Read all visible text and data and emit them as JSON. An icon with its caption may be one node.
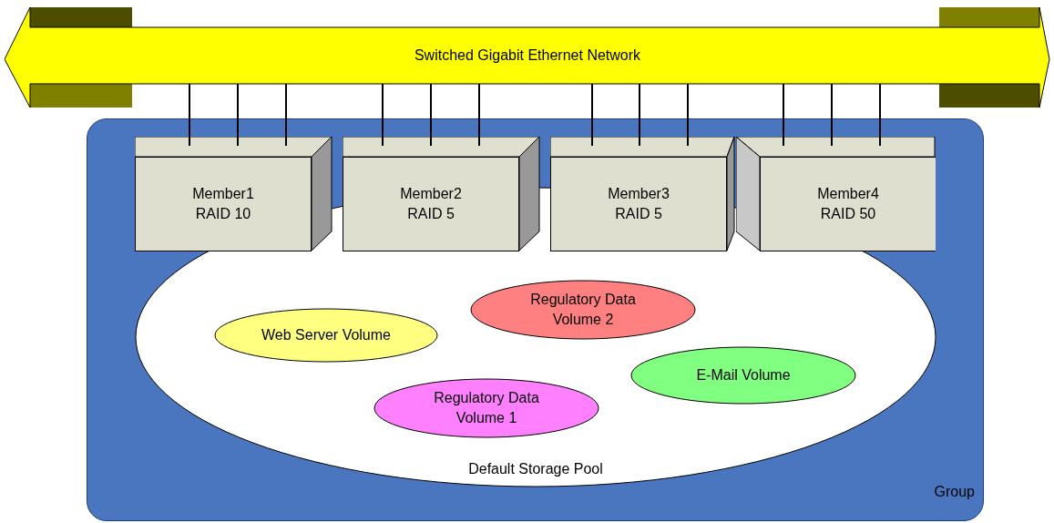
{
  "diagram": {
    "nodes": [
      {
        "text": [
          "Switched Gigabit Ethernet Network"
        ]
      },
      {
        "text": [
          "Group"
        ]
      },
      {
        "text": [
          "Default Storage Pool"
        ],
        "in": 1
      },
      {
        "text": [
          "Member1 RAID 10"
        ],
        "in": 1
      },
      {
        "text": [
          "Member2 RAID 5"
        ],
        "in": 1
      },
      {
        "text": [
          "Member3 RAID 5"
        ],
        "in": 1
      },
      {
        "text": [
          "Member4 RAID 50"
        ],
        "in": 1
      },
      {
        "text": [
          "Regulatory Data Volume 2"
        ],
        "in": 2
      },
      {
        "text": [
          "Web Server Volume"
        ],
        "in": 2
      },
      {
        "text": [
          "E-Mail Volume"
        ],
        "in": 2
      },
      {
        "text": [
          "Regulatory Data Volume 1"
        ],
        "in": 2
      }
    ],
    "edges": [
      {
        "from": 3,
        "to": 0,
        "arrow": "none"
      },
      {
        "from": 3,
        "to": 0,
        "arrow": "none"
      },
      {
        "from": 3,
        "to": 0,
        "arrow": "none"
      },
      {
        "from": 4,
        "to": 0,
        "arrow": "none"
      },
      {
        "from": 4,
        "to": 0,
        "arrow": "none"
      },
      {
        "from": 4,
        "to": 0,
        "arrow": "none"
      },
      {
        "from": 5,
        "to": 0,
        "arrow": "none"
      },
      {
        "from": 5,
        "to": 0,
        "arrow": "none"
      },
      {
        "from": 5,
        "to": 0,
        "arrow": "none"
      },
      {
        "from": 6,
        "to": 0,
        "arrow": "none"
      },
      {
        "from": 6,
        "to": 0,
        "arrow": "none"
      },
      {
        "from": 6,
        "to": 0,
        "arrow": "none"
      }
    ]
  }
}
